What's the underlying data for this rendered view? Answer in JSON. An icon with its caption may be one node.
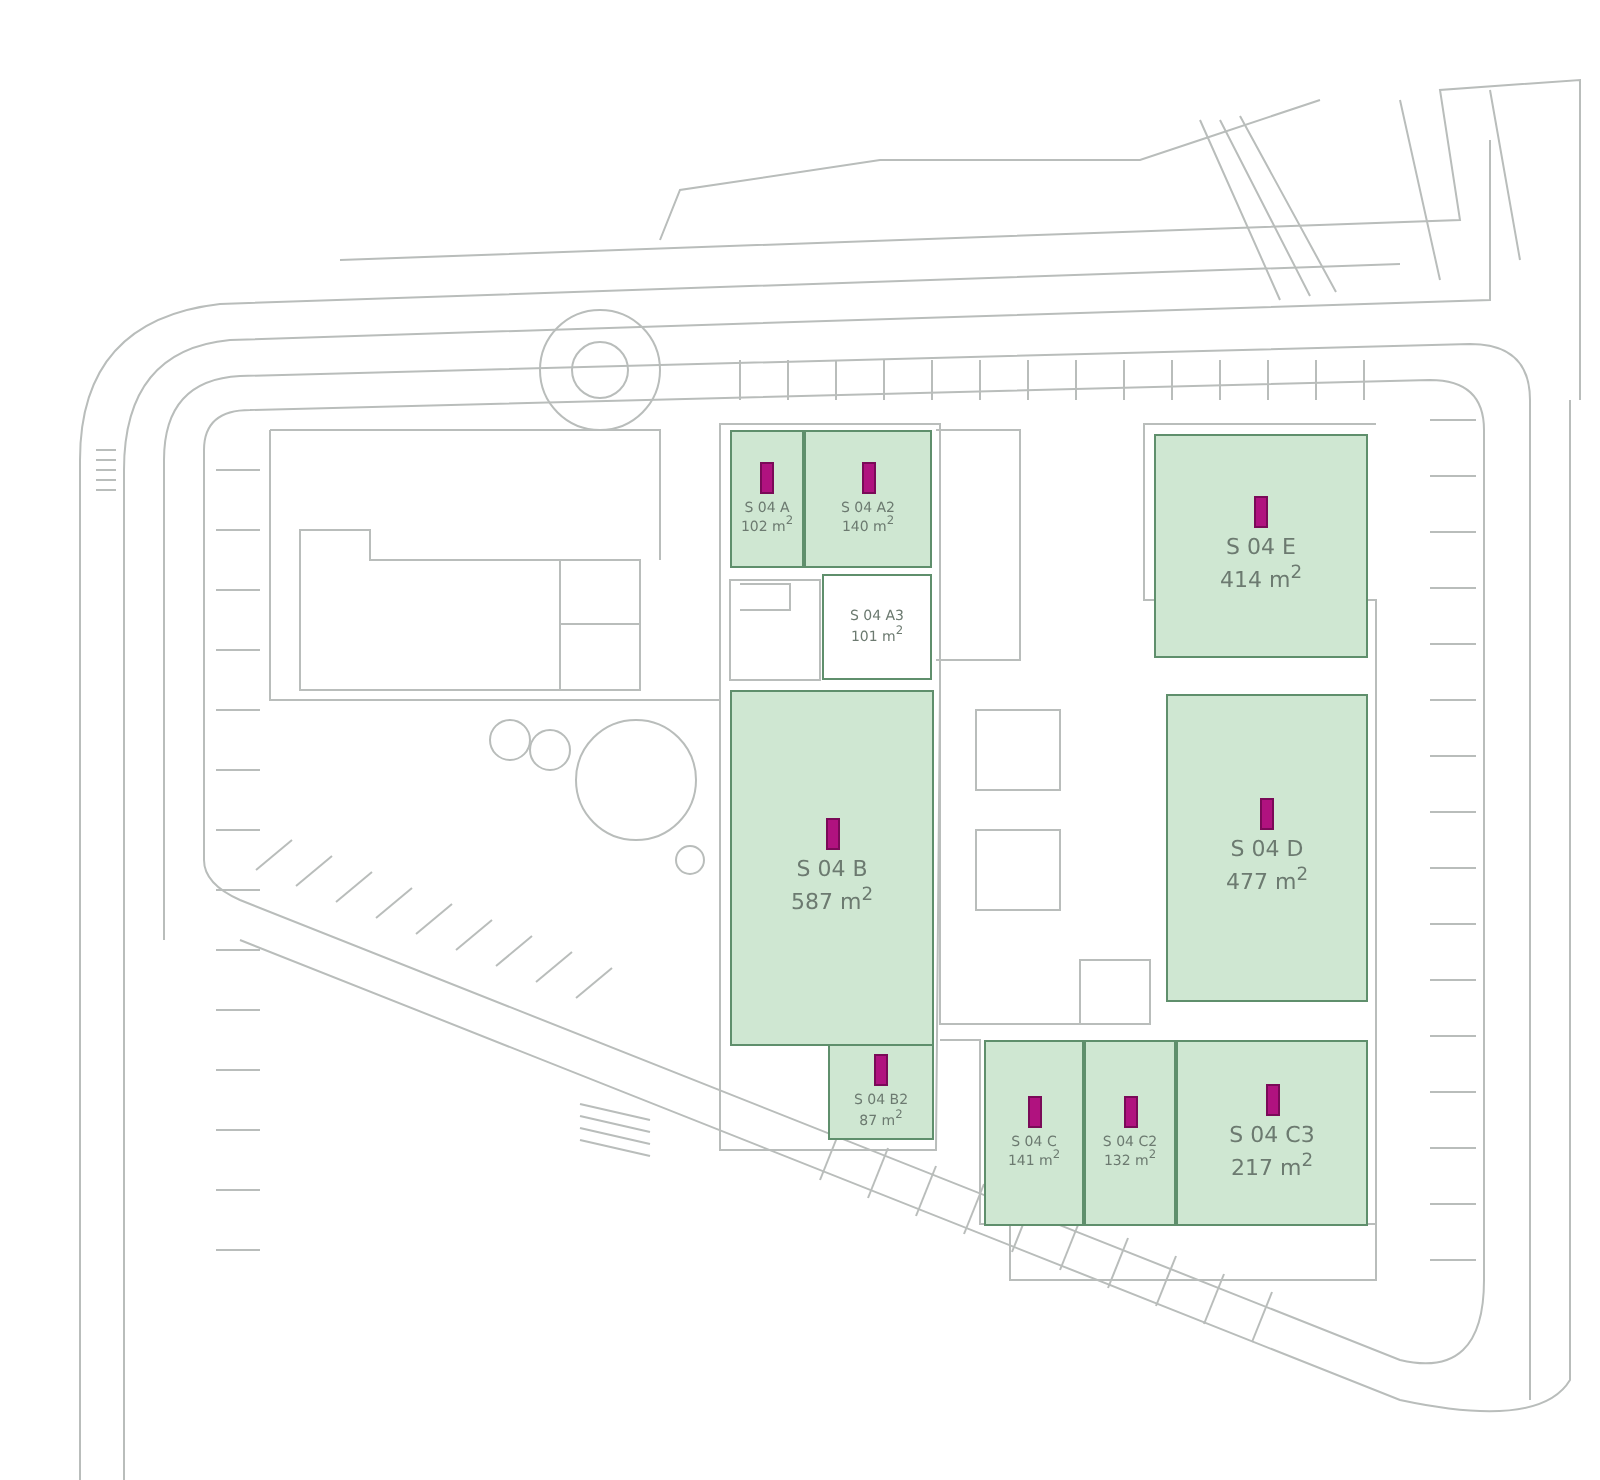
{
  "diagram": {
    "nodes": [
      {
        "text": [
          "S 04 A",
          "102 m$^{2}$"
        ]
      },
      {
        "text": [
          "S 04 A2",
          "140 m$^{2}$"
        ]
      },
      {
        "text": [
          "S 04 A3",
          "101 m$^{2}$"
        ]
      },
      {
        "text": [
          "S 04 B",
          "587 m$^{2}$"
        ]
      },
      {
        "text": [
          "S 04 B2",
          "87 m$^{2}$"
        ]
      },
      {
        "text": [
          "S 04 E",
          "414 m$^{2}$"
        ]
      },
      {
        "text": [
          "S 04 D",
          "477 m$^{2}$"
        ]
      },
      {
        "text": [
          "S 04 C",
          "141 m$^{2}$"
        ]
      },
      {
        "text": [
          "S 04 C2",
          "132 m$^{2}$"
        ]
      },
      {
        "text": [
          "S 04 C3",
          "217 m$^{2}$"
        ]
      }
    ]
  }
}
